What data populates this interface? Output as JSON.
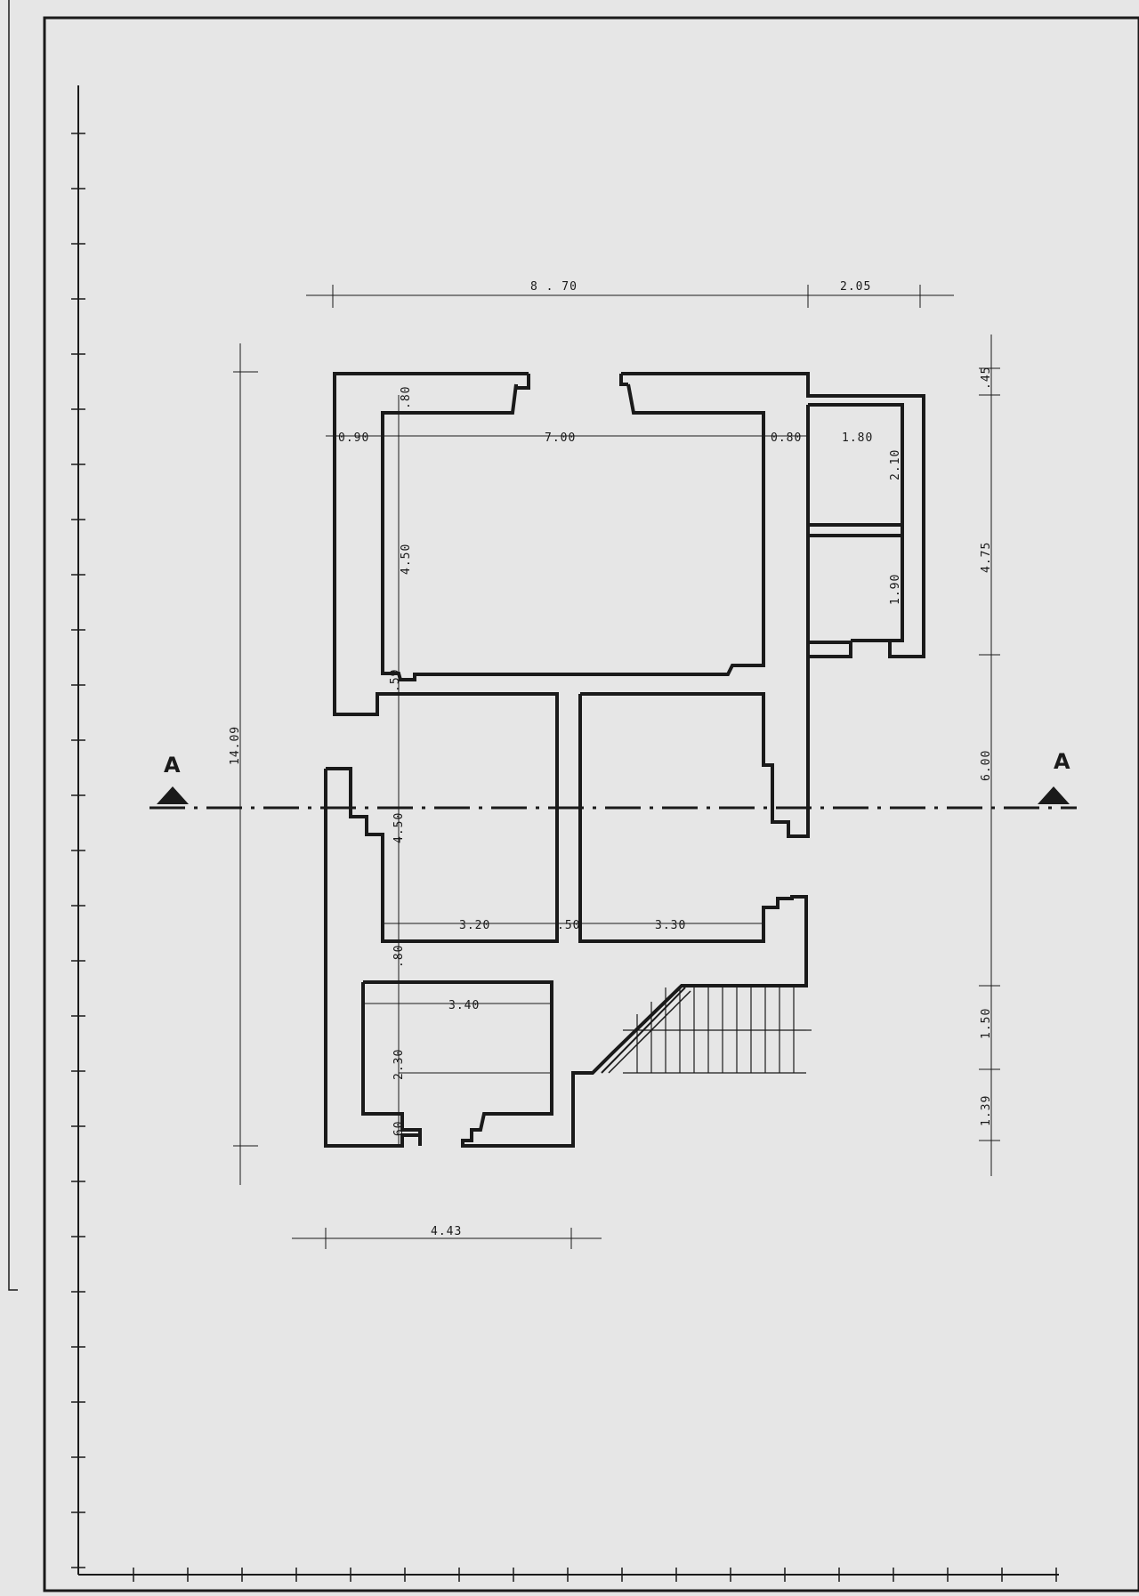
{
  "colors": {
    "paper": "#e6e6e6",
    "ink": "#1a1a1a"
  },
  "section": {
    "left_label": "A",
    "right_label": "A"
  },
  "dimensions": {
    "top_total": "8 . 70",
    "top_right": "2.05",
    "left_overall": "14.09",
    "bottom": "4.43",
    "right_top": ".45",
    "right_a": "4.75",
    "right_b": "6.00",
    "right_c": "1.50",
    "right_d": "1.39",
    "room1_wall_left": "0.90",
    "room1_width": "7.00",
    "room1_wall_right": "0.80",
    "room1_wall_top": ".80",
    "room1_depth": "4.50",
    "closet_width": "1.80",
    "closet_upper": "2.10",
    "closet_lower": "1.90",
    "partition": ".59",
    "room2_depth": "4.50",
    "room2_width": "3.20",
    "mid_wall": ".50",
    "room3_width": "3.30",
    "room4_wall_top": ".80",
    "room4_width": "3.40",
    "room4_depth": "2.30",
    "room4_wall_bottom": ".60"
  }
}
